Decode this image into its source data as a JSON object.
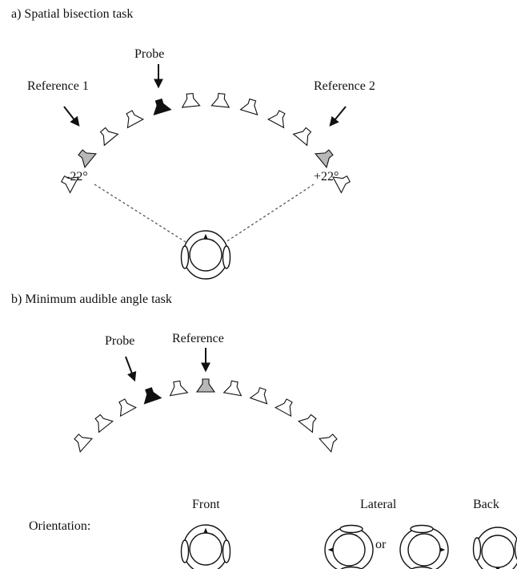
{
  "panel_a": {
    "title": "a) Spatial bisection task",
    "probe_label": "Probe",
    "reference1_label": "Reference 1",
    "reference2_label": "Reference 2",
    "angle_left": "-22°",
    "angle_right": "+22°"
  },
  "panel_b": {
    "title": "b) Minimum audible angle task",
    "probe_label": "Probe",
    "reference_label": "Reference"
  },
  "orientation": {
    "label": "Orientation:",
    "front": "Front",
    "lateral": "Lateral",
    "or": "or",
    "back": "Back"
  },
  "colors": {
    "probe": "#111111",
    "reference": "#b8b8b8",
    "speaker": "#ffffff"
  },
  "speakers_a": [
    "plain",
    "reference",
    "plain",
    "plain",
    "probe",
    "plain",
    "plain",
    "plain",
    "plain",
    "plain",
    "reference",
    "plain"
  ],
  "speakers_b": [
    "plain",
    "plain",
    "plain",
    "probe",
    "plain",
    "reference",
    "plain",
    "plain",
    "plain",
    "plain",
    "plain"
  ]
}
